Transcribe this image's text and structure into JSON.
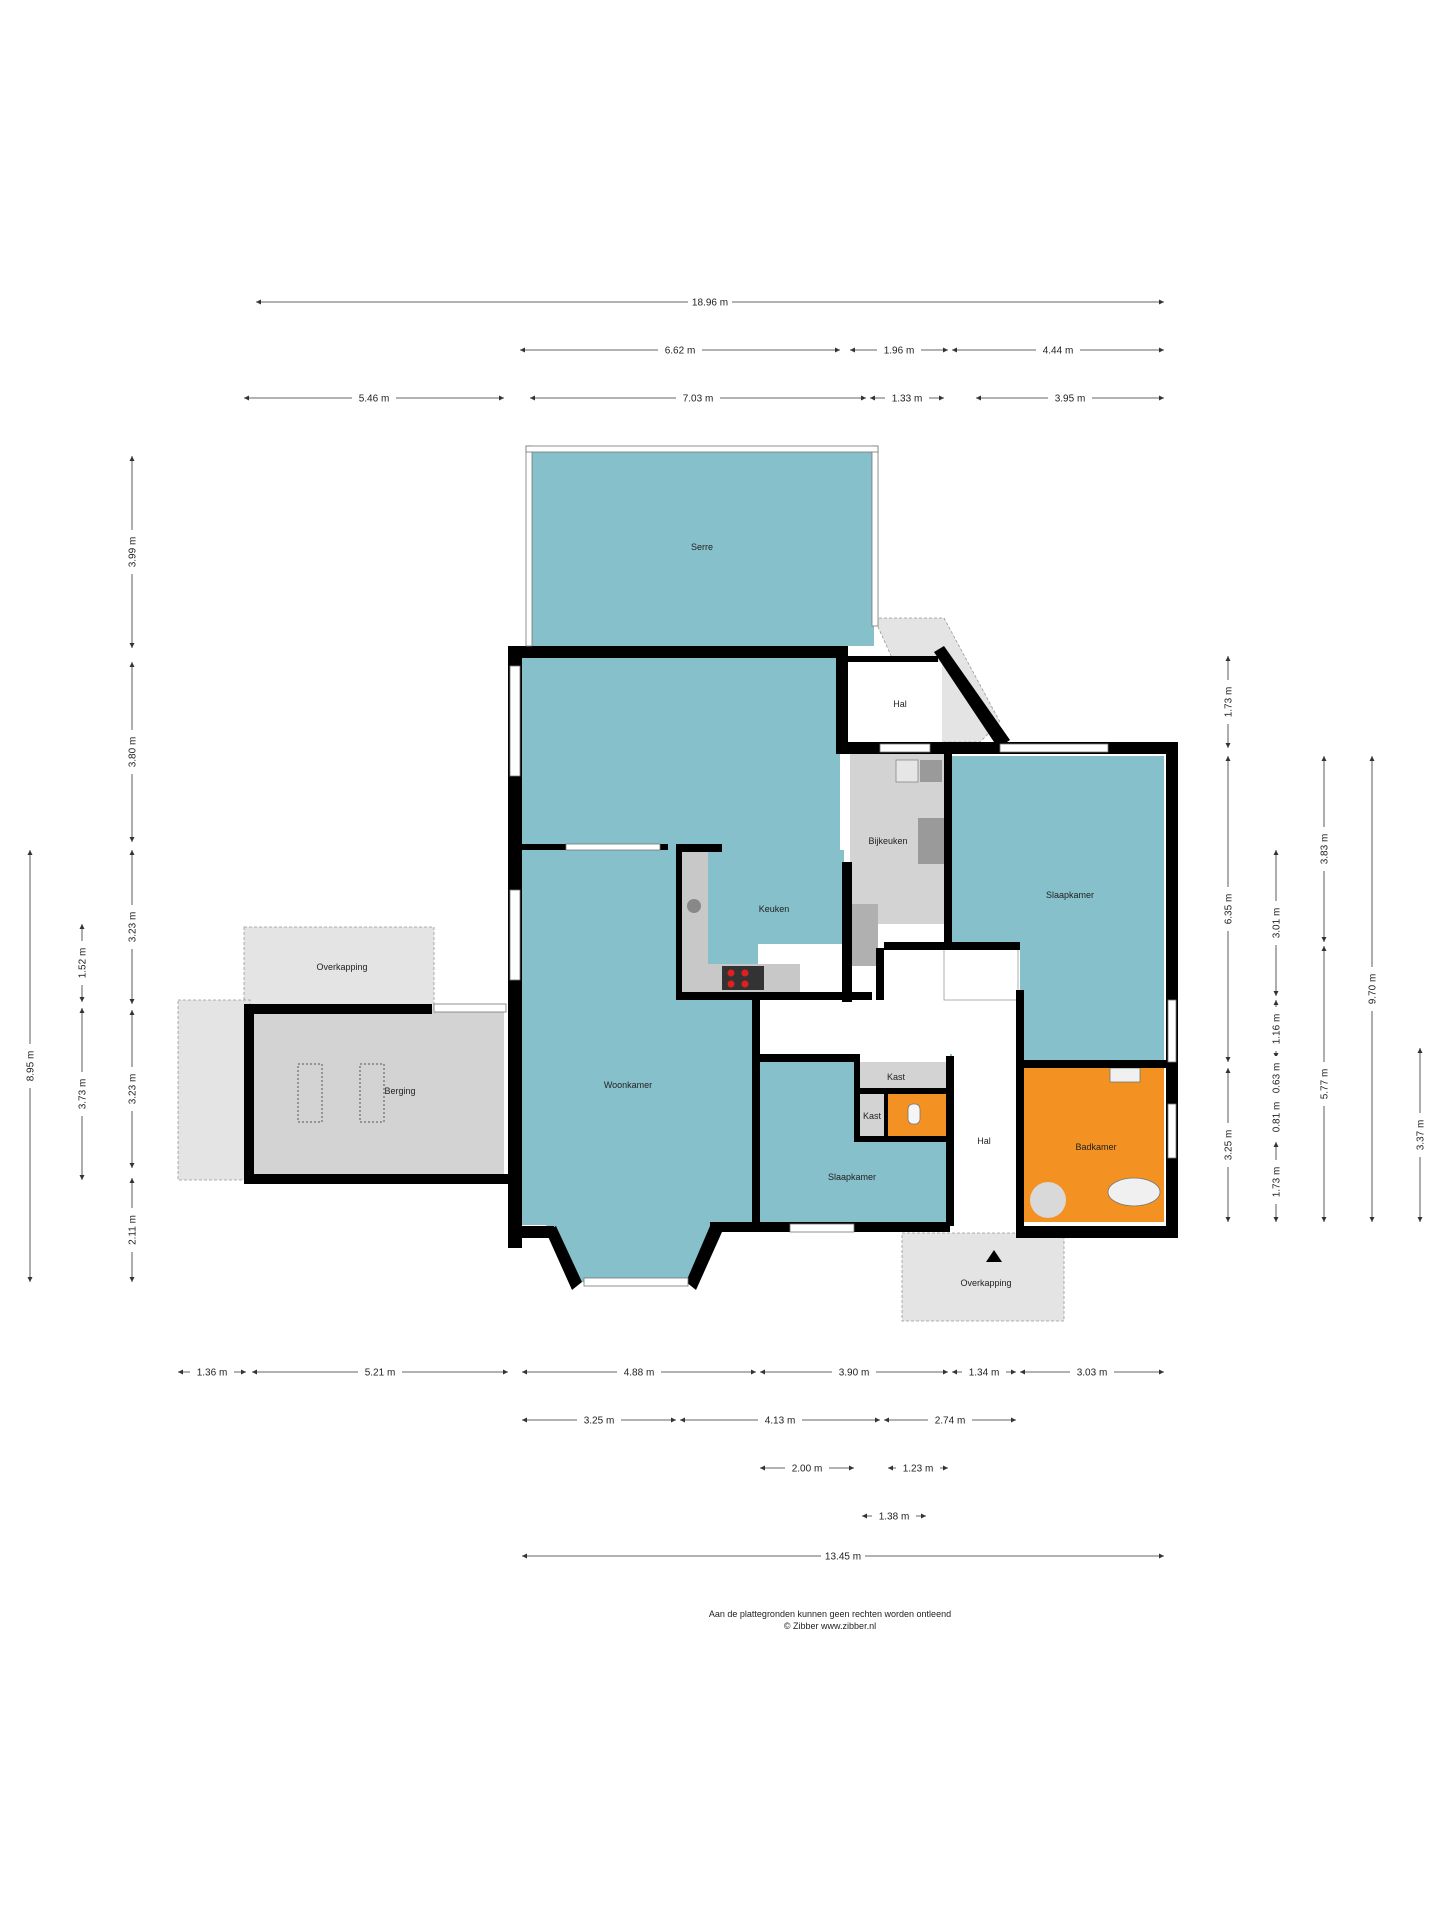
{
  "colors": {
    "room": "#86c0cb",
    "bathroom": "#f39123",
    "service": "#d3d3d3",
    "hall": "#ffffff",
    "outdoor": "#e4e4e4",
    "wall": "#000000"
  },
  "rooms": {
    "serre": "Serre",
    "hal_top": "Hal",
    "bijkeuken": "Bijkeuken",
    "keuken": "Keuken",
    "slaapkamer_right": "Slaapkamer",
    "overkapping_left": "Overkapping",
    "berging": "Berging",
    "woonkamer": "Woonkamer",
    "kast_top": "Kast",
    "kast_left": "Kast",
    "hal_mid": "Hal",
    "badkamer": "Badkamer",
    "slaapkamer_mid": "Slaapkamer",
    "overkapping_bottom": "Overkapping"
  },
  "dimensions": {
    "top": [
      "18.96 m",
      "6.62 m",
      "1.96 m",
      "4.44 m",
      "5.46 m",
      "7.03 m",
      "1.33 m",
      "3.95 m"
    ],
    "left": [
      "3.99 m",
      "3.80 m",
      "3.23 m",
      "3.23 m",
      "2.11 m",
      "8.95 m",
      "1.52 m",
      "3.73 m"
    ],
    "right": [
      "1.73 m",
      "6.35 m",
      "3.25 m",
      "3.83 m",
      "3.01 m",
      "1.16 m",
      "0.63 m",
      "0.81 m",
      "1.73 m",
      "5.77 m",
      "9.70 m",
      "3.37 m"
    ],
    "bottom": [
      "1.36 m",
      "5.21 m",
      "4.88 m",
      "3.90 m",
      "1.34 m",
      "3.03 m",
      "3.25 m",
      "4.13 m",
      "2.74 m",
      "2.00 m",
      "1.23 m",
      "1.38 m",
      "13.45 m"
    ]
  },
  "footer": {
    "line1": "Aan de plattegronden kunnen geen rechten worden ontleend",
    "line2": "© Zibber www.zibber.nl"
  }
}
